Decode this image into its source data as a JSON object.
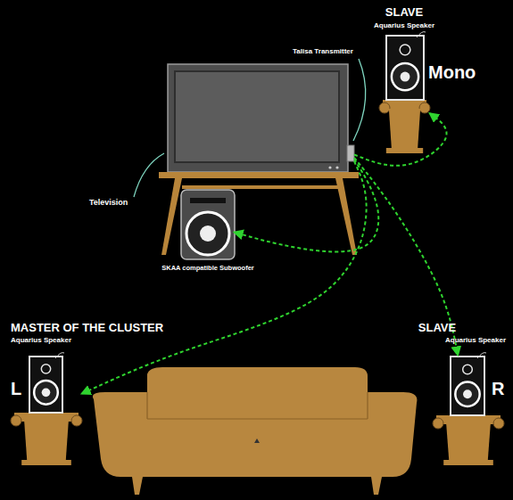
{
  "diagram": {
    "nodes": [
      {
        "text": [
          "SLAVE",
          "Aquarius Speaker",
          "Mono"
        ]
      },
      {
        "text": [
          "Talisa Transmitter"
        ]
      },
      {
        "text": [
          "SKAA compatible Subwoofer"
        ]
      },
      {
        "text": [
          "MASTER OF THE CLUSTER",
          "Aquarius Speaker",
          "L"
        ]
      },
      {
        "text": [
          "SLAVE",
          "Aquarius Speaker",
          "R"
        ]
      }
    ],
    "edges": [
      {
        "from": 1,
        "to": 0,
        "arrow": "to"
      },
      {
        "from": 1,
        "to": 2,
        "arrow": "to"
      },
      {
        "from": 1,
        "to": 3,
        "arrow": "to"
      },
      {
        "from": 1,
        "to": 4,
        "arrow": "to"
      }
    ],
    "labels": [
      "Television"
    ]
  }
}
